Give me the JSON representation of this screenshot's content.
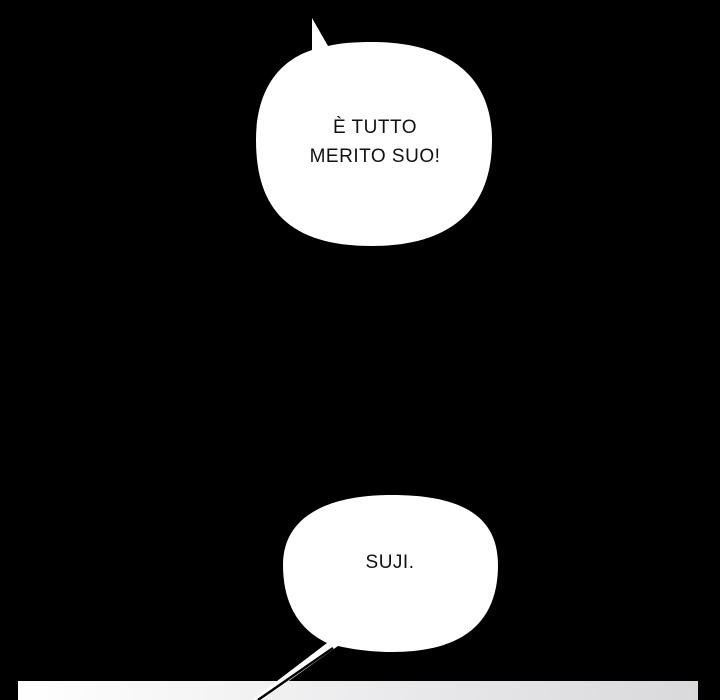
{
  "bubbles": [
    {
      "lines": [
        "È TUTTO",
        "MERITO SUO!"
      ]
    },
    {
      "lines": [
        "SUJI."
      ]
    }
  ]
}
